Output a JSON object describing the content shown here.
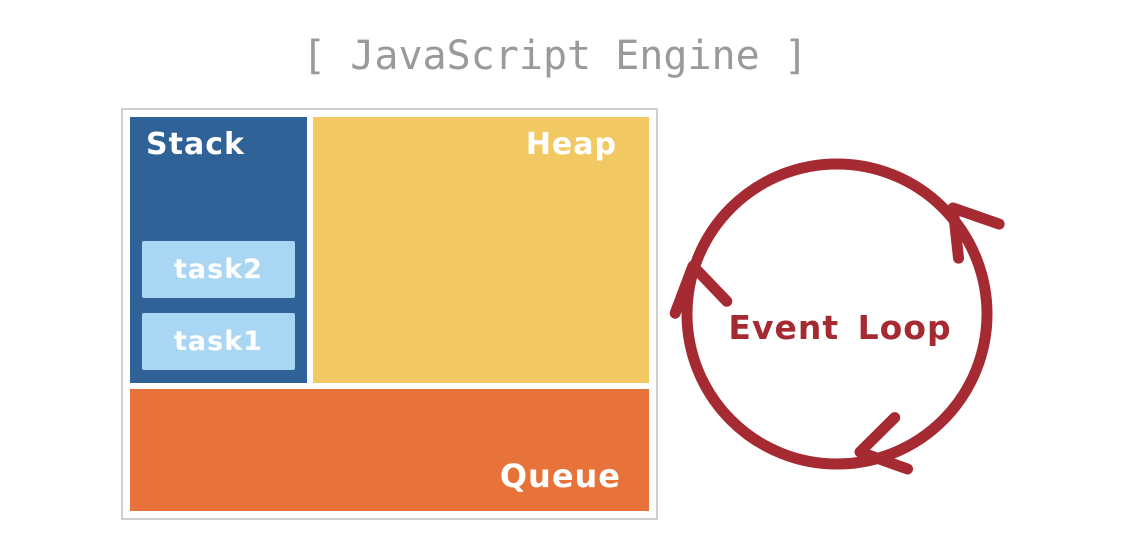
{
  "title": "[ JavaScript Engine ]",
  "engine": {
    "stack": {
      "label": "Stack",
      "tasks": [
        {
          "label": "task2"
        },
        {
          "label": "task1"
        }
      ]
    },
    "heap": {
      "label": "Heap"
    },
    "queue": {
      "label": "Queue"
    }
  },
  "event_loop": {
    "label": "Event Loop"
  },
  "colors": {
    "title_text": "#9a9a9a",
    "box_border": "#cfcfcf",
    "stack_bg": "#2f6296",
    "task_bg": "#a9d6f2",
    "heap_bg": "#f2c863",
    "queue_bg": "#e8733a",
    "event_loop": "#a62a32",
    "label_text": "#ffffff"
  }
}
